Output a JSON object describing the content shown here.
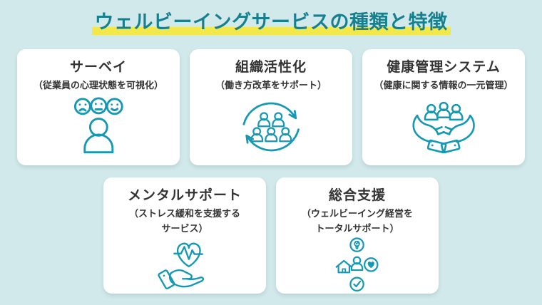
{
  "title": {
    "text": "ウェルビーイングサービスの種類と特徴"
  },
  "colors": {
    "background": "#d2e9eb",
    "card_background": "#ffffff",
    "title_text": "#17808f",
    "title_highlight": "#f2e84a",
    "card_text": "#333333",
    "icon_stroke": "#1598b4"
  },
  "cards": [
    {
      "id": "survey",
      "title": "サーベイ",
      "subtitle_lines": [
        "（従業員の心理状態を可視化）"
      ],
      "icon": "survey-faces-person-icon"
    },
    {
      "id": "organization-activation",
      "title": "組織活性化",
      "subtitle_lines": [
        "（働き方改革をサポート）"
      ],
      "icon": "people-cycle-arrows-icon"
    },
    {
      "id": "health-management-system",
      "title": "健康管理システム",
      "subtitle_lines": [
        "（健康に関する情報の一元管理）"
      ],
      "icon": "hands-holding-people-icon"
    },
    {
      "id": "mental-support",
      "title": "メンタルサポート",
      "subtitle_lines": [
        "（ストレス緩和を支援する",
        "サービス）"
      ],
      "icon": "hand-holding-heart-pulse-icon"
    },
    {
      "id": "total-support",
      "title": "総合支援",
      "subtitle_lines": [
        "（ウェルビーイング経営を",
        "トータルサポート）"
      ],
      "icon": "wellbeing-elements-icon"
    }
  ]
}
